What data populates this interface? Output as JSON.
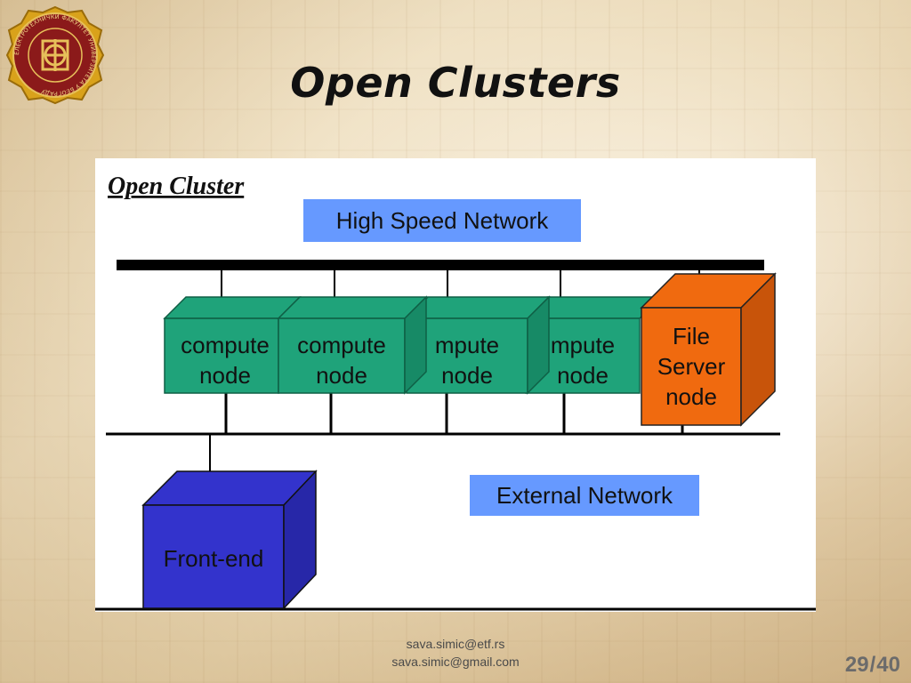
{
  "slide": {
    "title": "Open Clusters",
    "footer_emails": [
      "sava.simic@etf.rs",
      "sava.simic@gmail.com"
    ],
    "page_current": "29",
    "page_total": "40"
  },
  "seal": {
    "ring_text": "ЕЛЕКТРОТЕХНИЧКИ ФАКУЛТЕТ УНИВЕРЗИТЕТА У БЕОГРАДУ",
    "colors": {
      "outer": "#d9a21b",
      "inner": "#8b1a1a",
      "emblem": "#e7c05a"
    }
  },
  "diagram": {
    "caption": "Open Cluster",
    "high_speed_network_label": "High Speed Network",
    "external_network_label": "External Network",
    "compute_nodes": [
      {
        "line1": "compute",
        "line2": "node"
      },
      {
        "line1": "compute",
        "line2": "node"
      },
      {
        "line1": "mpute",
        "line2": "node"
      },
      {
        "line1": "mpute",
        "line2": "node"
      }
    ],
    "file_server": {
      "line1": "File",
      "line2": "Server",
      "line3": "node"
    },
    "front_end": {
      "label": "Front-end"
    },
    "colors": {
      "compute": "#1fa37a",
      "compute_edge": "#0f5f45",
      "file_server": "#f06a0f",
      "front_end": "#3333cc",
      "label_box": "#6699ff",
      "bus": "#000000"
    }
  }
}
